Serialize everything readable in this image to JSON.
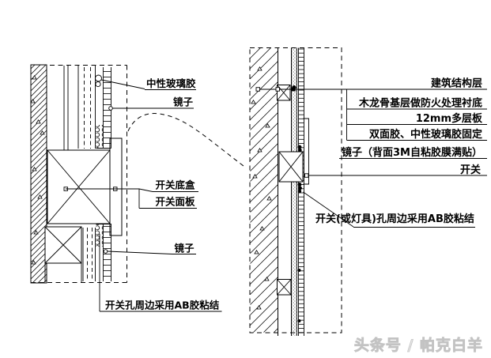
{
  "left_detail": {
    "labels": {
      "neutral_glass_glue": "中性玻璃胶",
      "mirror_top": "镜子",
      "switch_bottom_box": "开关底盒",
      "switch_panel": "开关面板",
      "mirror_bottom": "镜子",
      "ab_glue_note": "开关孔周边采用AB胶粘结"
    }
  },
  "right_detail": {
    "labels": {
      "structure_layer": "建筑结构层",
      "wood_keel_base": "木龙骨基层做防火处理衬底",
      "plywood": "12mm多层板",
      "fixing": "双面胶、中性玻璃胶固定",
      "mirror": "镜子（背面3M自粘胶膜满贴）",
      "switch": "开关",
      "ab_glue_note": "开关(或灯具)孔周边采用AB胶粘结"
    }
  },
  "watermark": "头条号 / 帕克白羊",
  "colors": {
    "line": "#000000",
    "background": "#ffffff",
    "watermark_fill": "#e9e9e9",
    "watermark_stroke": "#c3c3c3"
  }
}
